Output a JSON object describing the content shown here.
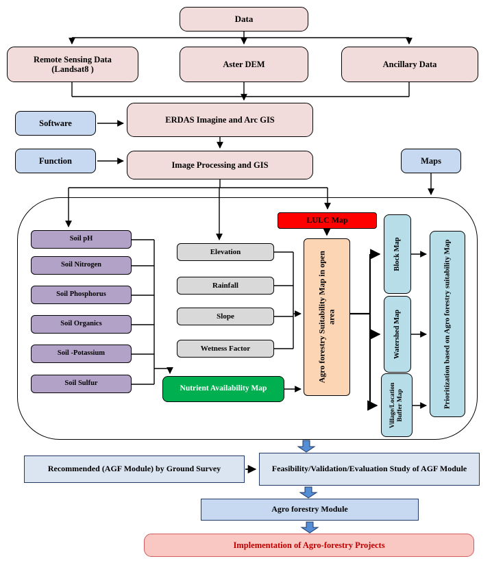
{
  "title": "Agro-forestry GIS methodology flowchart",
  "colors": {
    "node_pink": "#f2dcdb",
    "node_blue": "#c6d9f1",
    "node_purple": "#b3a2c7",
    "node_gray": "#d9d9d9",
    "node_green": "#00b050",
    "node_red": "#ff0000",
    "node_orange": "#fcd5b4",
    "node_cyan": "#b7dee8",
    "node_lightblue": "#dbe5f1",
    "node_salmon": "#f9c8c3",
    "block_arrow": "#558ed5",
    "implementation_text": "#c00000"
  },
  "nodes": {
    "data": "Data",
    "remote_sensing": "Remote Sensing Data (Landsat8 )",
    "aster_dem": "Aster DEM",
    "ancillary": "Ancillary Data",
    "software": "Software",
    "erdas": "ERDAS Imagine and Arc GIS",
    "function": "Function",
    "image_processing": "Image Processing  and  GIS",
    "maps": "Maps",
    "soil": [
      "Soil pH",
      "Soil Nitrogen",
      "Soil Phosphorus",
      "Soil Organics",
      "Soil -Potassium",
      "Soil Sulfur"
    ],
    "terrain": [
      "Elevation",
      "Rainfall",
      "Slope",
      "Wetness Factor"
    ],
    "nutrient_map": "Nutrient Availability  Map",
    "lulc_map": "LULC Map",
    "suitability_map": "Agro forestry Suitability Map in open area",
    "block_map": "Block Map",
    "watershed_map": "Watershed Map",
    "village_buffer_map": "Village/Location Buffer Map",
    "prioritization": "Prioritization based on Agro forestry suitability Map",
    "recommended": "Recommended (AGF Module) by  Ground Survey",
    "feasibility": "Feasibility/Validation/Evaluation  Study of  AGF Module",
    "agf_module": "Agro forestry  Module",
    "implementation": "Implementation of  Agro-forestry Projects"
  }
}
